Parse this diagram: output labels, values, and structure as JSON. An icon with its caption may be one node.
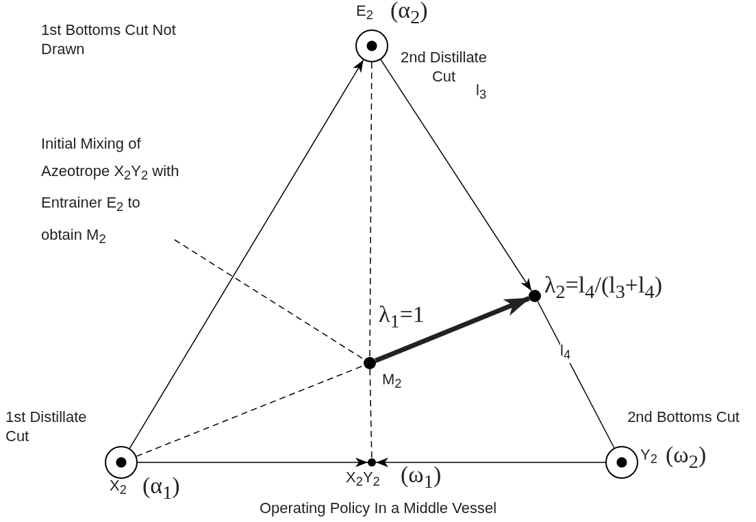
{
  "diagram": {
    "caption": "Operating Policy In a Middle Vessel",
    "nodes": [
      {
        "text": [],
        "shape": "circle",
        "beside": [
          "E$_{2}$",
          "(α$_{2}$)",
          "2nd Distillate Cut"
        ]
      },
      {
        "text": [
          "Initial Mixing of Azeotrope X$_{2}$Y$_{2}$ with Entrainer E$_{2}$ to obtain M$_{2}$"
        ]
      },
      {
        "text": [],
        "shape": "circle",
        "beside": [
          "λ$_{2}$=l$_{4}$/(l$_{3}$+l$_{4}$)"
        ]
      },
      {
        "text": [],
        "shape": "circle",
        "beside": [
          "M$_{2}$"
        ]
      },
      {
        "text": [],
        "shape": "circle",
        "beside": [
          "1st Distillate Cut",
          "X$_{2}$",
          "(α$_{1}$)"
        ]
      },
      {
        "text": [],
        "shape": "circle",
        "beside": [
          "X$_{2}$Y$_{2}$",
          "(ω$_{1}$)"
        ]
      },
      {
        "text": [],
        "shape": "circle",
        "beside": [
          "2nd Bottoms Cut",
          "Y$_{2}$",
          "(ω$_{2}$)"
        ]
      }
    ],
    "edges": [
      {
        "from": 4,
        "to": 0,
        "arrow": "to"
      },
      {
        "from": 0,
        "to": 2,
        "arrow": "to",
        "label": "l$_{3}$"
      },
      {
        "from": 2,
        "to": 6,
        "arrow": "none",
        "label": "l$_{4}$"
      },
      {
        "from": 4,
        "to": 5,
        "arrow": "to"
      },
      {
        "from": 6,
        "to": 5,
        "arrow": "to"
      },
      {
        "from": 0,
        "to": 3,
        "arrow": "none",
        "style": "dashed"
      },
      {
        "from": 3,
        "to": 5,
        "arrow": "none",
        "style": "dashed"
      },
      {
        "from": 4,
        "to": 3,
        "arrow": "none",
        "style": "dashed"
      },
      {
        "from": 1,
        "to": 3,
        "arrow": "none",
        "style": "dashed"
      },
      {
        "from": 3,
        "to": 2,
        "arrow": "to",
        "style": "thick",
        "label": "λ$_{1}$=1"
      }
    ],
    "labels": [
      "1st Bottoms Cut Not Drawn"
    ]
  }
}
